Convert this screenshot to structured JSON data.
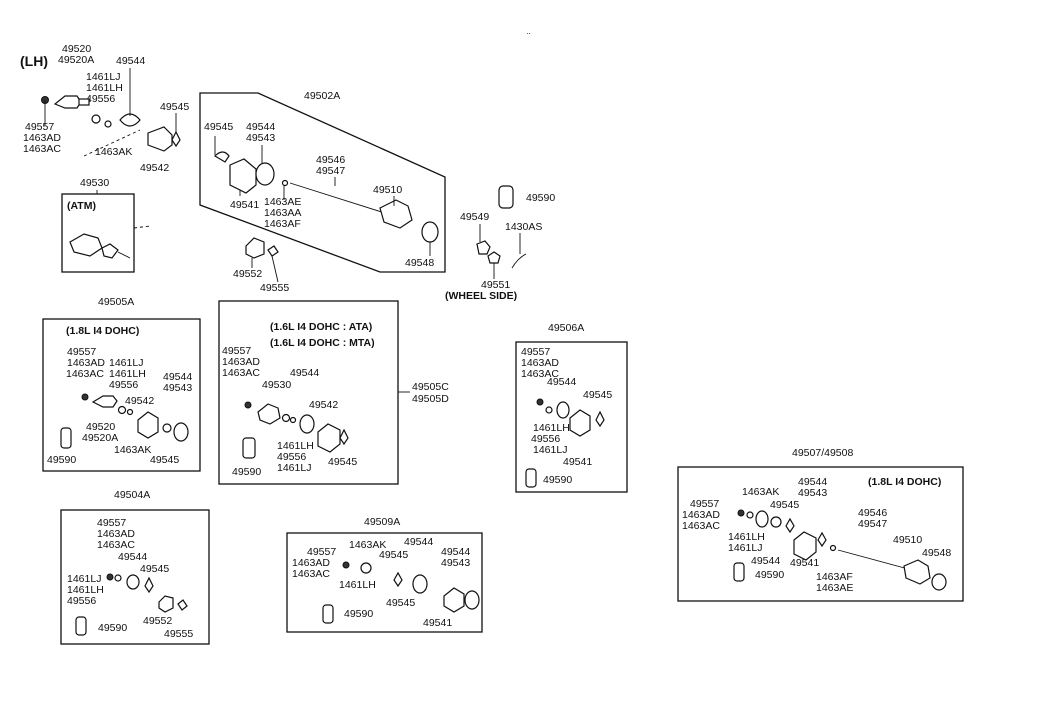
{
  "side_label": "(LH)",
  "main": {
    "top_labels": [
      "49520",
      "49520A",
      "49544",
      "1461LJ",
      "1461LH",
      "49556",
      "49557",
      "1463AD",
      "1463AC",
      "1463AK",
      "49545",
      "49542",
      "49502A",
      "49545",
      "49544",
      "49543",
      "49546",
      "49547",
      "49510",
      "49541",
      "1463AE",
      "1463AA",
      "1463AF",
      "49548",
      "49590",
      "49549",
      "1430AS",
      "49551",
      "(WHEEL SIDE)",
      "49552",
      "49555"
    ],
    "atm_ref": "49530",
    "atm_tag": "(ATM)"
  },
  "box_49505A": {
    "ref": "49505A",
    "tag": "(1.8L I4 DOHC)",
    "labels": [
      "49557",
      "1463AD",
      "1463AC",
      "1461LJ",
      "1461LH",
      "49556",
      "49542",
      "49544",
      "49543",
      "49520",
      "49520A",
      "1463AK",
      "49545",
      "49590"
    ]
  },
  "box_49505C": {
    "refs": [
      "49505C",
      "49505D"
    ],
    "tags": [
      "(1.6L I4 DOHC : ATA)",
      "(1.6L I4 DOHC : MTA)"
    ],
    "labels": [
      "49557",
      "1463AD",
      "1463AC",
      "49530",
      "49544",
      "49542",
      "1461LH",
      "49556",
      "1461LJ",
      "49545",
      "49590"
    ]
  },
  "box_49506A": {
    "ref": "49506A",
    "labels": [
      "49557",
      "1463AD",
      "1463AC",
      "49544",
      "49545",
      "1461LH",
      "49556",
      "1461LJ",
      "49541",
      "49590"
    ]
  },
  "box_49504A": {
    "ref": "49504A",
    "labels": [
      "49557",
      "1463AD",
      "1463AC",
      "49544",
      "49545",
      "1461LJ",
      "1461LH",
      "49556",
      "49552",
      "49555",
      "49590"
    ]
  },
  "box_49509A": {
    "ref": "49509A",
    "labels": [
      "49557",
      "1463AD",
      "1463AC",
      "1463AK",
      "49545",
      "49544",
      "49544",
      "49543",
      "1461LH",
      "49545",
      "49590",
      "49541"
    ]
  },
  "box_49507": {
    "ref": "49507/49508",
    "tag": "(1.8L I4 DOHC)",
    "labels": [
      "1463AK",
      "49544",
      "49543",
      "49557",
      "1463AD",
      "1463AC",
      "49545",
      "49546",
      "49547",
      "1461LH",
      "1461LJ",
      "49510",
      "49548",
      "49544",
      "49541",
      "49590",
      "1463AF",
      "1463AE"
    ]
  }
}
